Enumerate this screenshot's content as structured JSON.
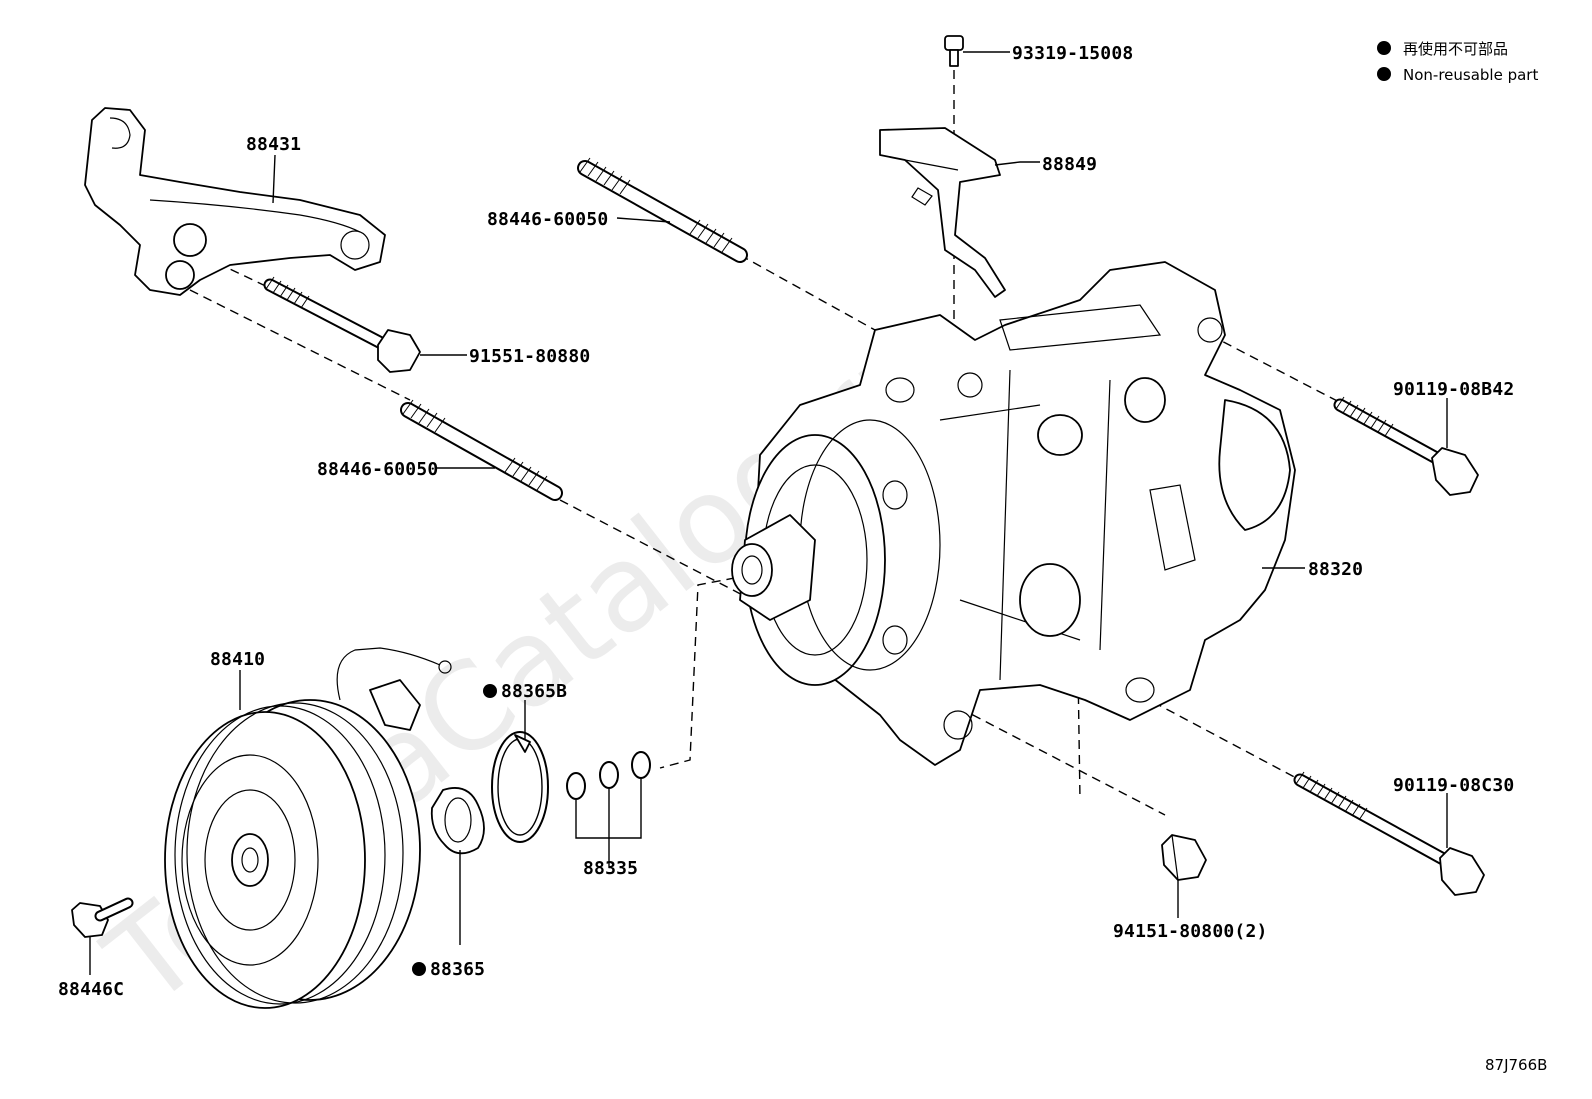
{
  "watermark": "ToyotaCatalog.ru",
  "legend": {
    "japanese": "再使用不可部品",
    "english": "Non-reusable part"
  },
  "diagram_code": "87J766B",
  "parts": {
    "bolt_top": "93319-15008",
    "bracket_small": "88849",
    "bracket_arm": "88431",
    "stud_upper": "88446-60050",
    "bolt_arm": "91551-80880",
    "stud_lower": "88446-60050",
    "compressor": "88320",
    "bolt_right_upper": "90119-08B42",
    "bolt_right_lower": "90119-08C30",
    "nut": "94151-80800(2)",
    "pulley": "88410",
    "snap_ring": "88365B",
    "shims": "88335",
    "washer": "88365",
    "pulley_bolt": "88446C"
  }
}
